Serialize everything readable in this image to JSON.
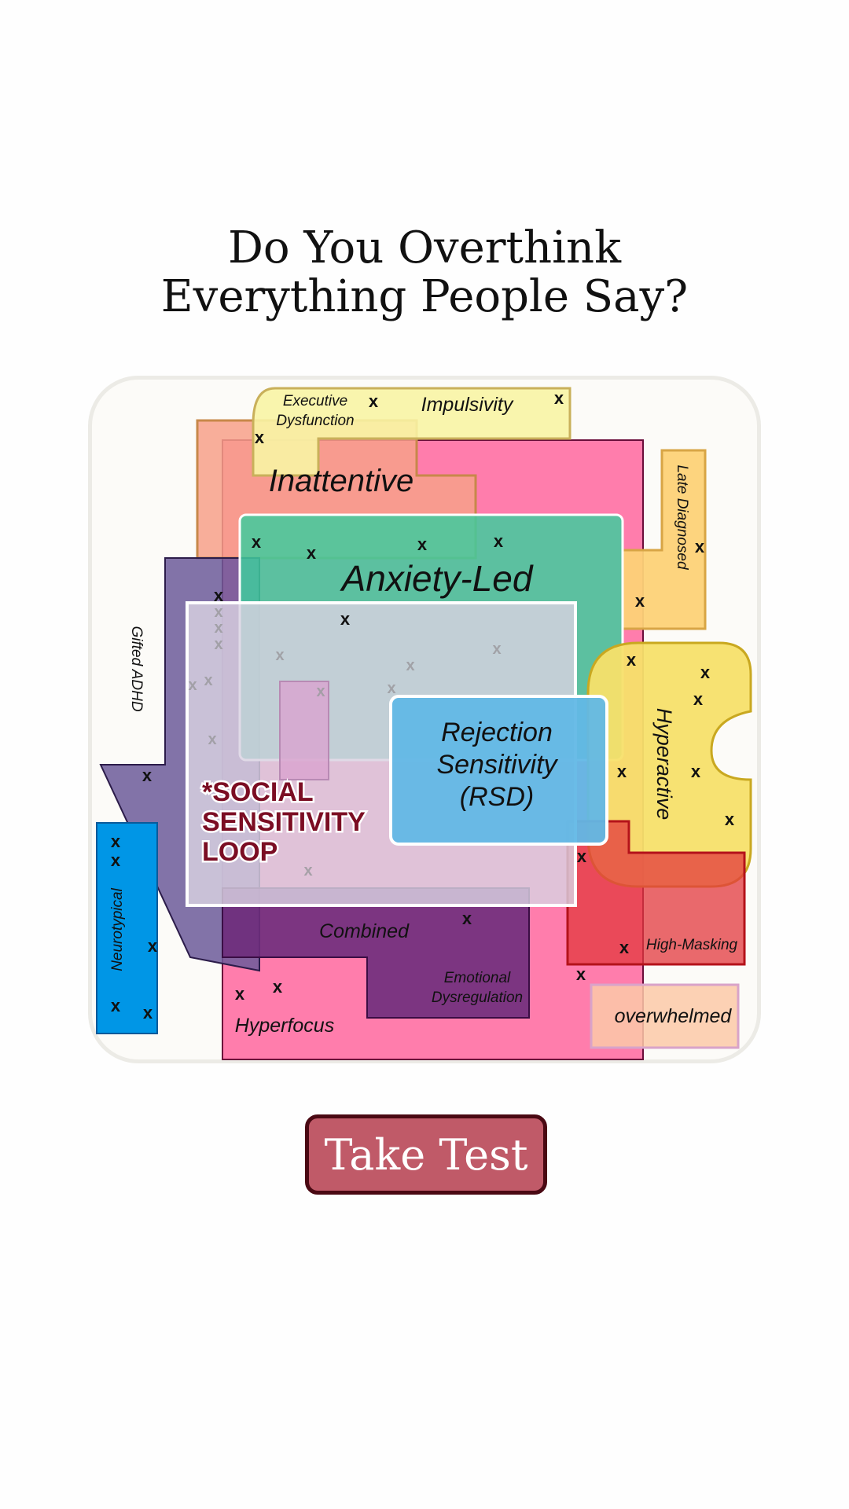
{
  "title": {
    "line1": "Do You Overthink",
    "line2": "Everything People Say?"
  },
  "diagram": {
    "labels": {
      "executive_dysfunction_1": "Executive",
      "executive_dysfunction_2": "Dysfunction",
      "impulsivity": "Impulsivity",
      "inattentive": "Inattentive",
      "late_diagnosed": "Late Diagnosed",
      "anxiety_led": "Anxiety-Led",
      "gifted_adhd": "Gifted ADHD",
      "rsd_1": "Rejection",
      "rsd_2": "Sensitivity",
      "rsd_3": "(RSD)",
      "hyperactive": "Hyperactive",
      "social_1": "*SOCIAL",
      "social_2": "SENSITIVITY",
      "social_3": "LOOP",
      "neurotypical": "Neurotypical",
      "combined": "Combined",
      "emotional_1": "Emotional",
      "emotional_2": "Dysregulation",
      "high_masking": "High-Masking",
      "hyperfocus": "Hyperfocus",
      "overwhelmed": "overwhelmed"
    },
    "marker": "x",
    "colors": {
      "hyperfocus": "#ff6fa3",
      "inattentive": "#f7a08a",
      "impulsivity": "#f8f4a4",
      "late_diagnosed": "#fdd277",
      "gifted_adhd": "#6c5b9a",
      "neurotypical": "#0096e6",
      "combined": "#6e2d7c",
      "anxiety_led": "#3fcb9e",
      "rsd": "#62b8e6",
      "hyperactive": "#f7e06a",
      "high_masking": "#e3383d",
      "overwhelmed": "#fcc9a8",
      "social_text": "#7b0d23"
    }
  },
  "cta": {
    "label": "Take Test",
    "color": "#c05a68"
  }
}
